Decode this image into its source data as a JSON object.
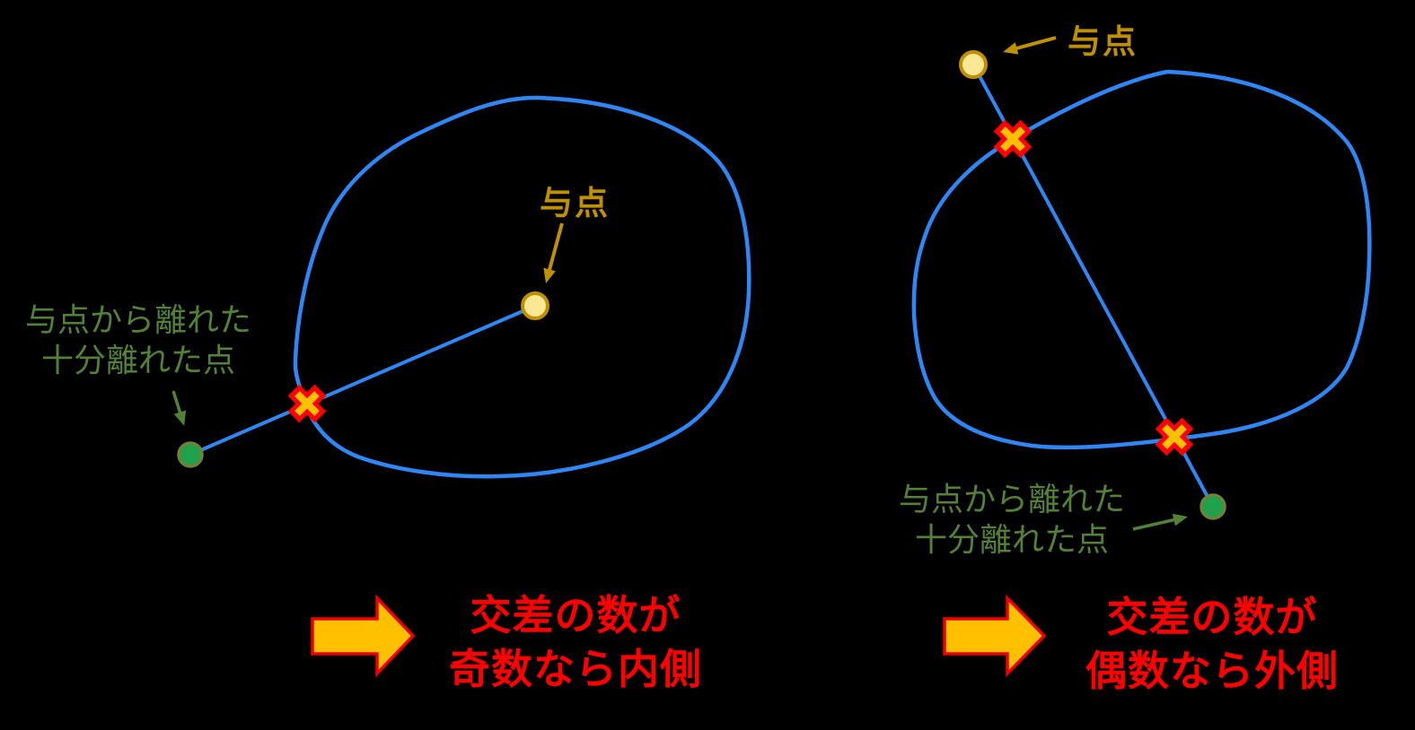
{
  "title_context": "point-in-polygon crossing-number diagram",
  "colors": {
    "background": "#000000",
    "curve_blue": "#2F87F5",
    "given_point_fill": "#FCE794",
    "given_point_stroke": "#BF9000",
    "gold_label": "#BF9000",
    "far_point_fill": "#1FA24B",
    "far_point_stroke": "#708238",
    "green_label": "#538135",
    "cross_outer": "#FF0000",
    "cross_inner": "#FFC000",
    "big_arrow_fill": "#FFC000",
    "big_arrow_stroke": "#EE0000",
    "result_text": "#FF0000"
  },
  "left": {
    "given_point_label": "与点",
    "far_point_label_line1": "与点から離れた",
    "far_point_label_line2": "十分離れた点",
    "result_line1": "交差の数が",
    "result_line2": "奇数なら内側",
    "crossing_marks": 1
  },
  "right": {
    "given_point_label": "与点",
    "far_point_label_line1": "与点から離れた",
    "far_point_label_line2": "十分離れた点",
    "result_line1": "交差の数が",
    "result_line2": "偶数なら外側",
    "crossing_marks": 2
  }
}
